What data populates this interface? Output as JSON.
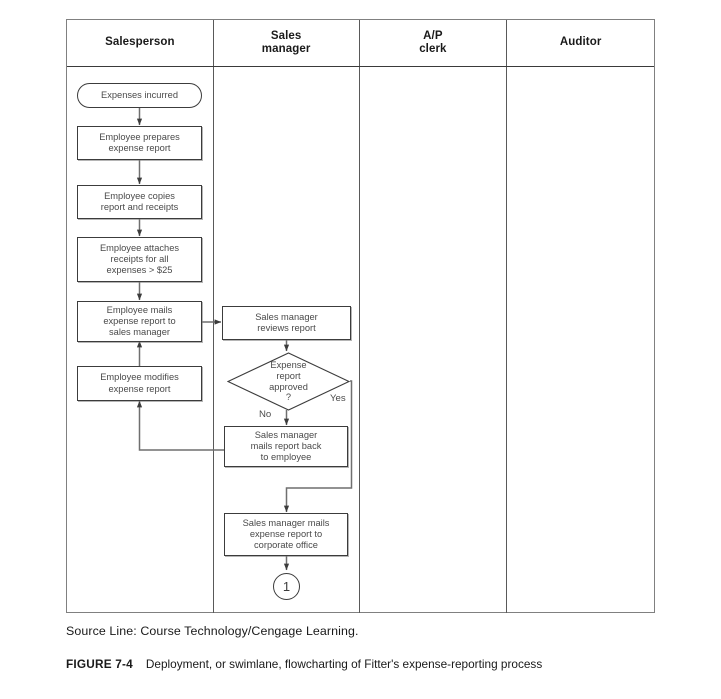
{
  "figure": {
    "source_line": "Source Line: Course Technology/Cengage Learning.",
    "figure_number": "FIGURE 7-4",
    "figure_caption": "Deployment, or swimlane, flowcharting of Fitter's expense-reporting process"
  },
  "swimlanes": {
    "headers": [
      {
        "label": "Salesperson"
      },
      {
        "label": "Sales\nmanager"
      },
      {
        "label": "A/P\nclerk"
      },
      {
        "label": "Auditor"
      }
    ]
  },
  "flowchart": {
    "type": "deployment-swimlane-flowchart",
    "nodes": [
      {
        "id": "start",
        "lane": "Salesperson",
        "shape": "terminator",
        "text": "Expenses incurred"
      },
      {
        "id": "prepare",
        "lane": "Salesperson",
        "shape": "process",
        "text": "Employee prepares\nexpense report"
      },
      {
        "id": "copies",
        "lane": "Salesperson",
        "shape": "process",
        "text": "Employee copies\nreport and receipts"
      },
      {
        "id": "attaches",
        "lane": "Salesperson",
        "shape": "process",
        "text": "Employee attaches\nreceipts for all\nexpenses > $25"
      },
      {
        "id": "mails",
        "lane": "Salesperson",
        "shape": "process",
        "text": "Employee mails\nexpense report to\nsales manager"
      },
      {
        "id": "modifies",
        "lane": "Salesperson",
        "shape": "process",
        "text": "Employee modifies\nexpense report"
      },
      {
        "id": "reviews",
        "lane": "Sales manager",
        "shape": "process",
        "text": "Sales manager\nreviews report"
      },
      {
        "id": "approved",
        "lane": "Sales manager",
        "shape": "decision",
        "text": "Expense\nreport\napproved\n?"
      },
      {
        "id": "mails-back",
        "lane": "Sales manager",
        "shape": "process",
        "text": "Sales manager\nmails report back\nto employee"
      },
      {
        "id": "mails-corporate",
        "lane": "Sales manager",
        "shape": "process",
        "text": "Sales manager mails\nexpense report to\ncorporate office"
      },
      {
        "id": "offpage",
        "lane": "Sales manager",
        "shape": "connector",
        "text": "1"
      }
    ],
    "branch_labels": [
      {
        "id": "no",
        "text": "No"
      },
      {
        "id": "yes",
        "text": "Yes"
      }
    ]
  },
  "colors": {
    "shape_stroke": "#3c3c3c",
    "shape_text": "#4a4a4a",
    "lane_border": "#595959",
    "caption_text": "#1a1a1a",
    "background": "#ffffff"
  }
}
